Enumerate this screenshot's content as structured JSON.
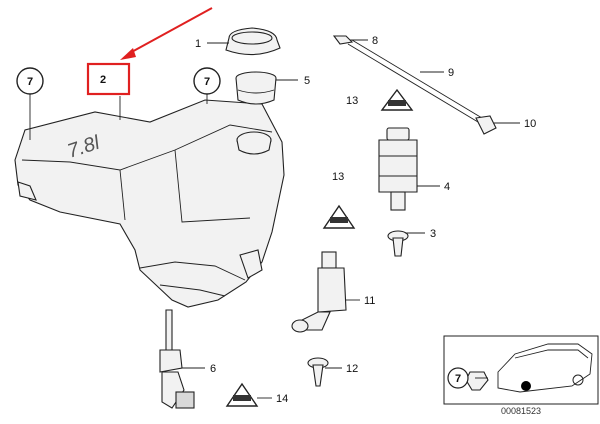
{
  "parts": [
    {
      "id": "1",
      "label": "1"
    },
    {
      "id": "2",
      "label": "2"
    },
    {
      "id": "3",
      "label": "3"
    },
    {
      "id": "4",
      "label": "4"
    },
    {
      "id": "5",
      "label": "5"
    },
    {
      "id": "6",
      "label": "6"
    },
    {
      "id": "8",
      "label": "8"
    },
    {
      "id": "9",
      "label": "9"
    },
    {
      "id": "10",
      "label": "10"
    },
    {
      "id": "11",
      "label": "11"
    },
    {
      "id": "12",
      "label": "12"
    },
    {
      "id": "13a",
      "label": "13"
    },
    {
      "id": "13b",
      "label": "13"
    },
    {
      "id": "14",
      "label": "14"
    }
  ],
  "circled_labels": [
    {
      "id": "7a",
      "label": "7"
    },
    {
      "id": "7b",
      "label": "7"
    },
    {
      "id": "7c",
      "label": "7"
    }
  ],
  "tank_embossing": "7.8l",
  "document_number": "00081523",
  "colors": {
    "highlight_box": "#e02020",
    "arrow": "#e02020",
    "outline": "#222222",
    "fill": "#f2f2f2"
  },
  "icons": [
    "warning-triangle-icon",
    "car-location-icon"
  ]
}
